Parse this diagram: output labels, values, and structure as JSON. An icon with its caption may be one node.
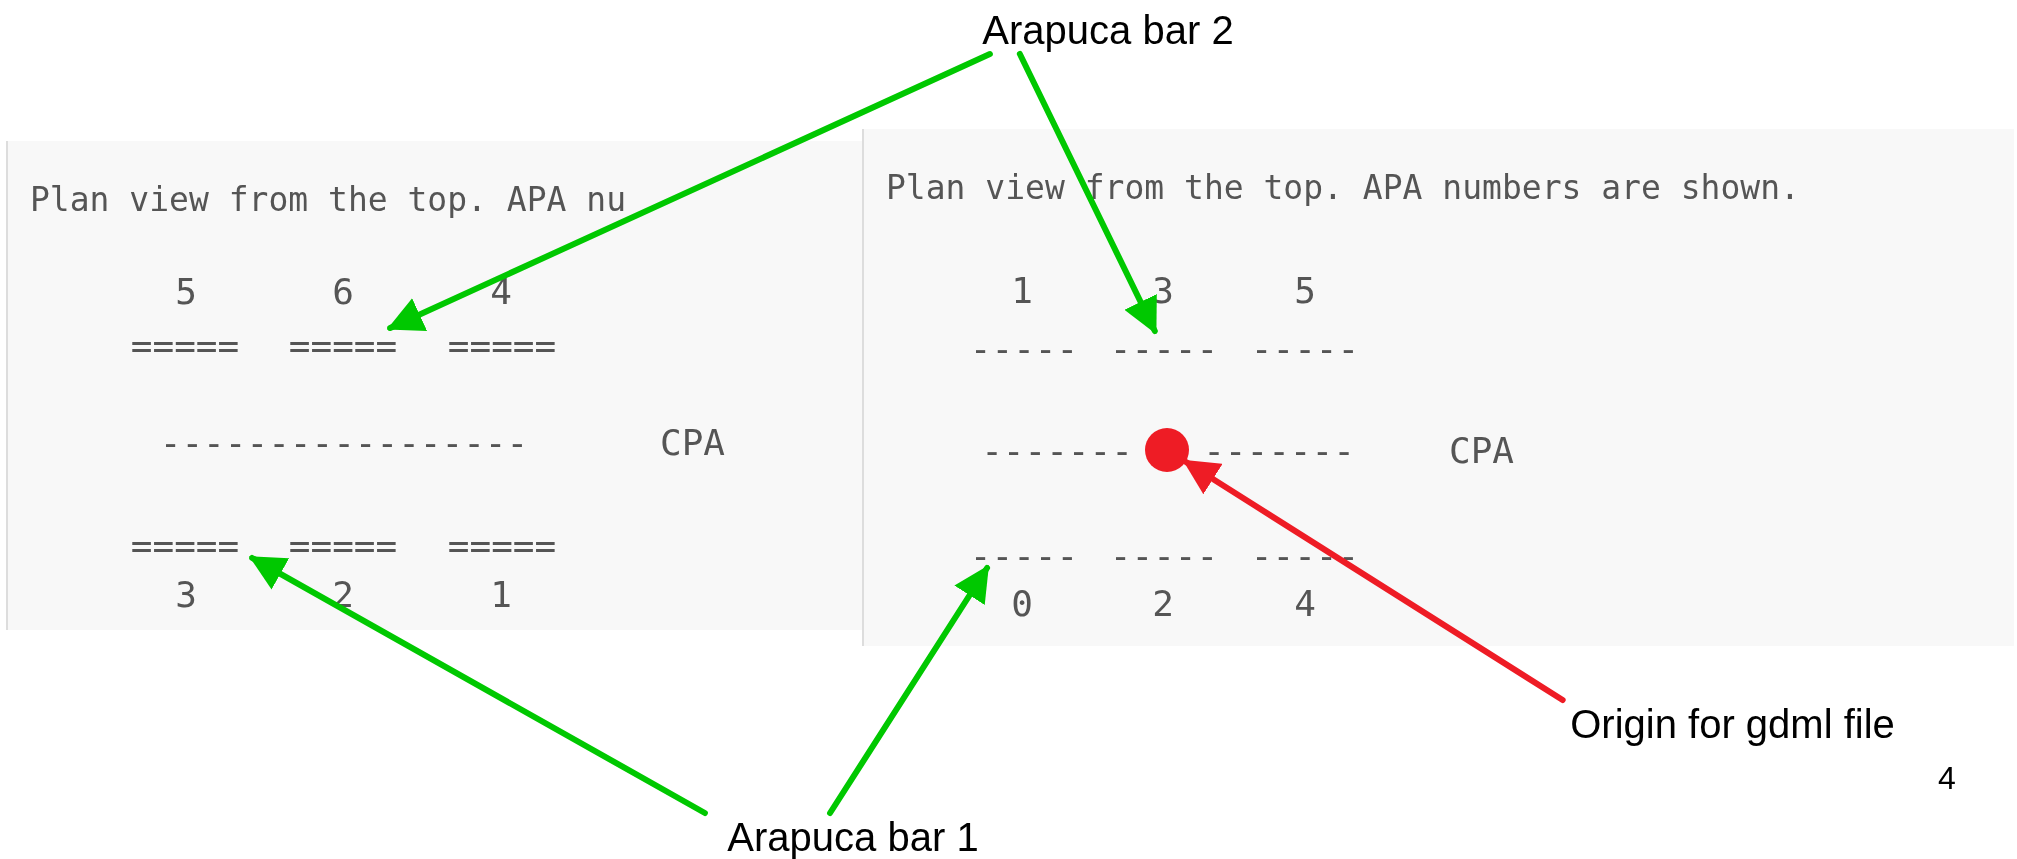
{
  "diagram": {
    "nodes": [
      {
        "text": [
          "Arapuca bar 2"
        ]
      },
      {
        "text": [
          "Plan view from the top. APA nu"
        ]
      },
      {
        "text": [
          "5 6 4"
        ],
        "in": 1
      },
      {
        "text": [
          "===== ===== ====="
        ],
        "in": 1
      },
      {
        "text": [
          "----------------- CPA"
        ],
        "in": 1
      },
      {
        "text": [
          "===== ===== ====="
        ],
        "in": 1
      },
      {
        "text": [
          "3 2 1"
        ],
        "in": 1
      },
      {
        "text": [
          "Plan view from the top. APA numbers are shown."
        ]
      },
      {
        "text": [
          "1 3 5"
        ],
        "in": 7
      },
      {
        "text": [
          "----- ----- -----"
        ],
        "in": 7
      },
      {
        "text": [
          "------- ------- CPA"
        ],
        "in": 7
      },
      {
        "text": [
          "----- ----- -----"
        ],
        "in": 7
      },
      {
        "text": [
          "0 2 4"
        ],
        "in": 7
      },
      {
        "text": [],
        "shape": "circle",
        "in": 7
      },
      {
        "text": [
          "Arapuca bar 1"
        ]
      },
      {
        "text": [
          "Origin for gdml file"
        ]
      }
    ],
    "edges": [
      {
        "from": 0,
        "to": 3,
        "arrow": "to"
      },
      {
        "from": 0,
        "to": 9,
        "arrow": "to"
      },
      {
        "from": 14,
        "to": 5,
        "arrow": "to"
      },
      {
        "from": 14,
        "to": 11,
        "arrow": "to"
      },
      {
        "from": 15,
        "to": 13,
        "arrow": "to",
        "color": "#ee1c25"
      }
    ],
    "labels": [
      "4"
    ]
  }
}
